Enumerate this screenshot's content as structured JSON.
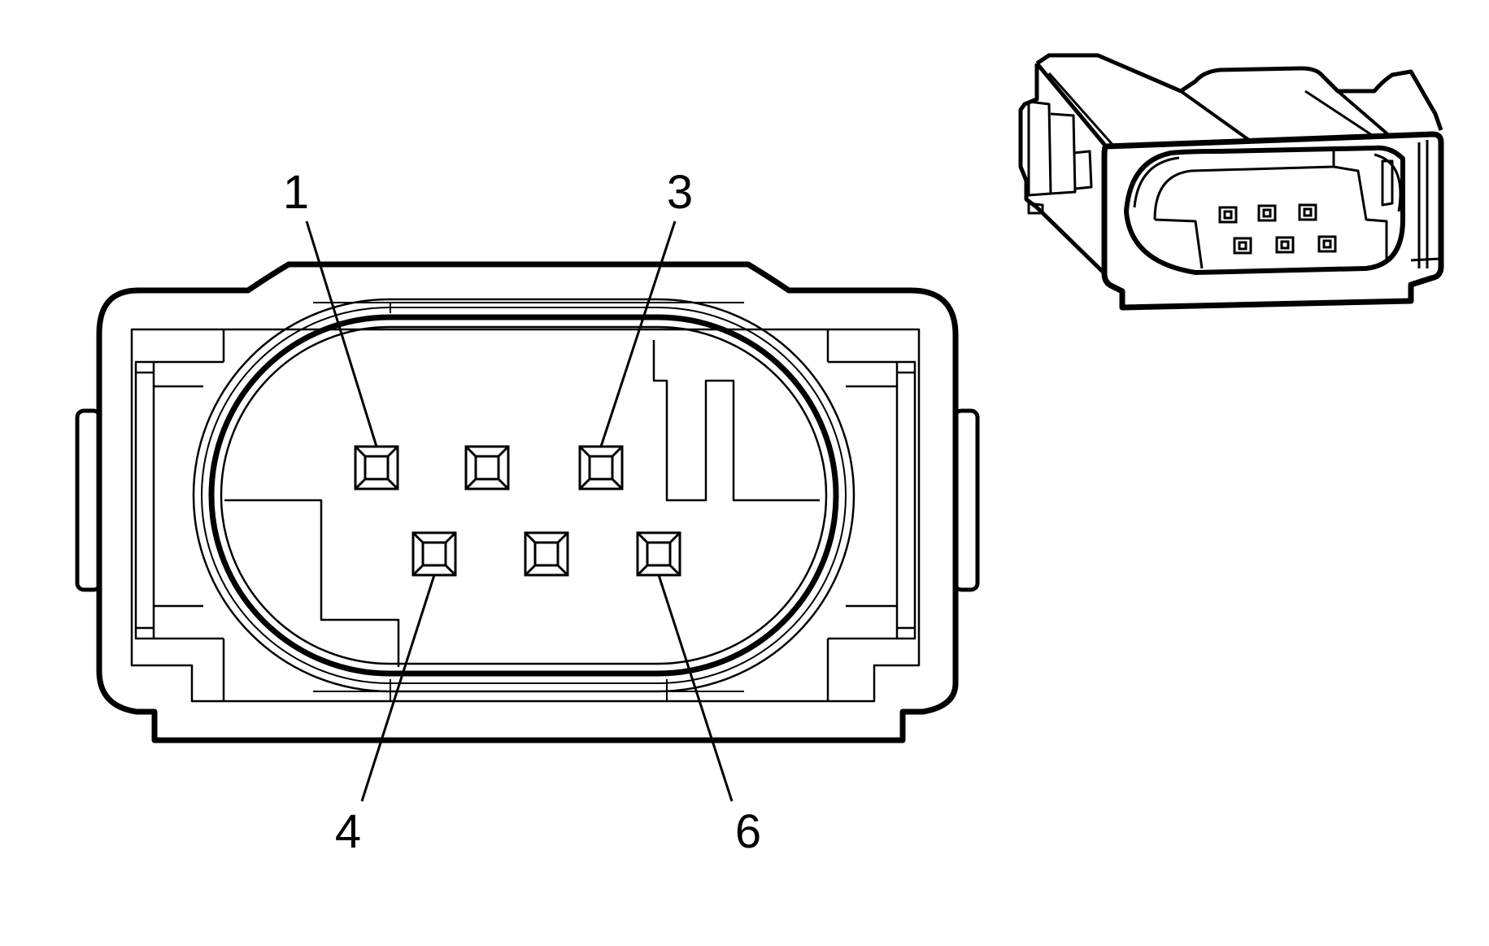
{
  "diagram": {
    "main_view": {
      "pin_callouts": [
        {
          "label": "1",
          "pin": 1
        },
        {
          "label": "3",
          "pin": 3
        },
        {
          "label": "4",
          "pin": 4
        },
        {
          "label": "6",
          "pin": 6
        }
      ],
      "pin_count": 6
    },
    "iso_view": {
      "pin_count": 6
    },
    "colors": {
      "line": "#000000",
      "background": "#ffffff"
    }
  }
}
